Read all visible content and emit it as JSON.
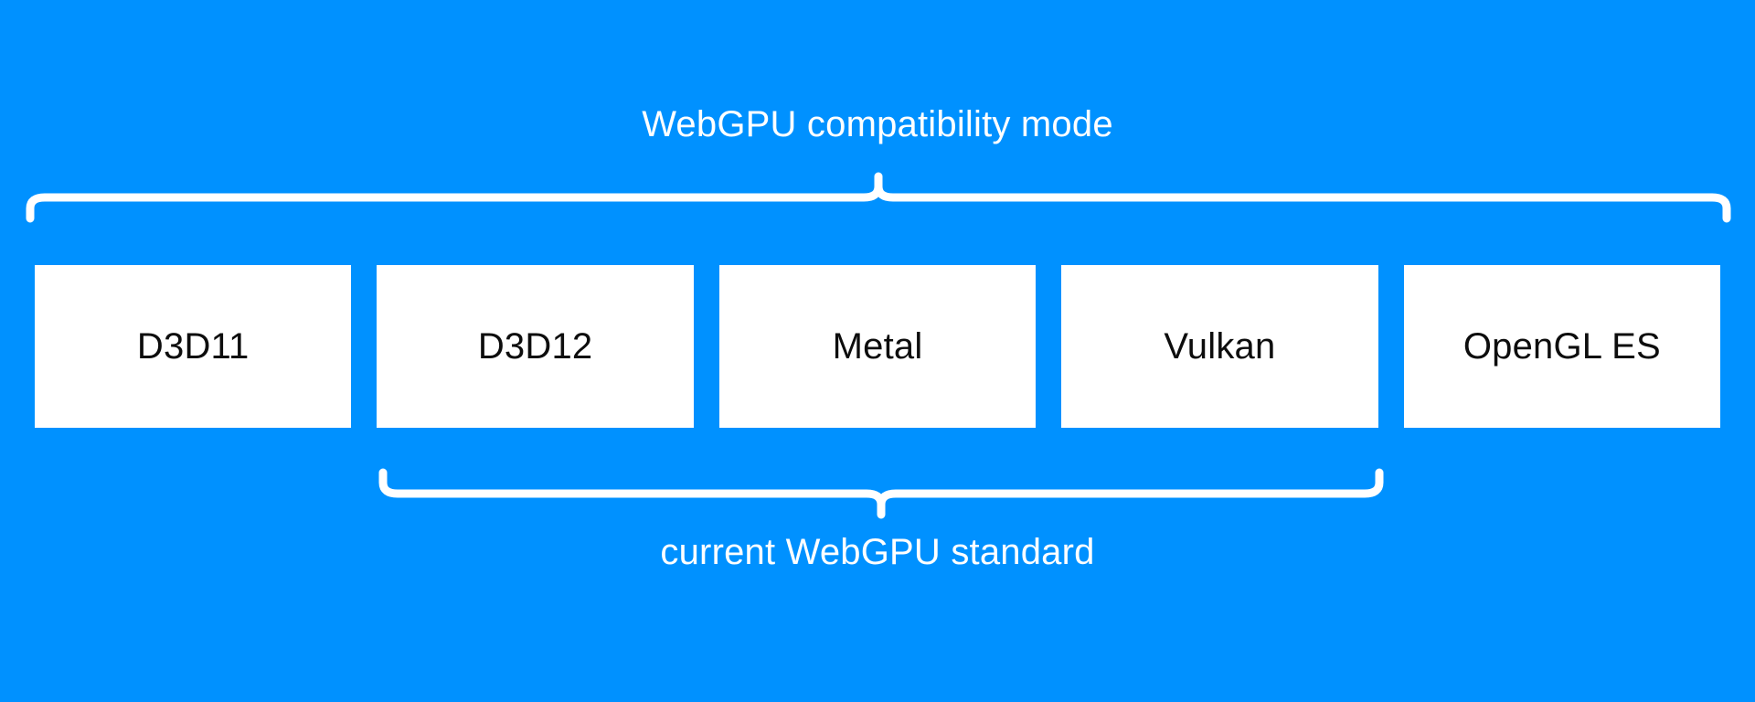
{
  "diagram": {
    "background_color": "#0091ff",
    "box_fill_color": "#ffffff",
    "brace_color": "#ffffff",
    "label_text_color": "#0d0d0d",
    "caption_text_color": "#ffffff"
  },
  "top_group": {
    "label": "WebGPU compatibility mode",
    "brace_icon": "curly-brace-down-icon",
    "covers": [
      "D3D11",
      "D3D12",
      "Metal",
      "Vulkan",
      "OpenGL ES"
    ]
  },
  "bottom_group": {
    "label": "current WebGPU standard",
    "brace_icon": "curly-brace-up-icon",
    "covers": [
      "D3D12",
      "Metal",
      "Vulkan"
    ]
  },
  "boxes": [
    {
      "label": "D3D11"
    },
    {
      "label": "D3D12"
    },
    {
      "label": "Metal"
    },
    {
      "label": "Vulkan"
    },
    {
      "label": "OpenGL ES"
    }
  ]
}
